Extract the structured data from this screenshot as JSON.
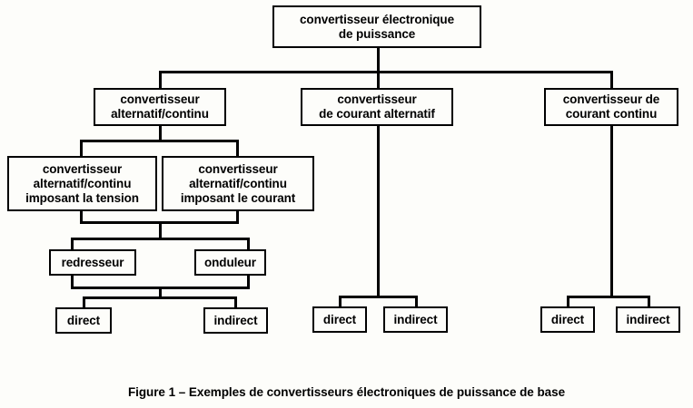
{
  "figure": {
    "caption": "Figure 1 – Exemples de convertisseurs électroniques de puissance de base",
    "colors": {
      "background": "#fdfdfa",
      "stroke": "#000000",
      "text": "#000000"
    }
  },
  "diagram": {
    "type": "tree",
    "root": {
      "id": "root",
      "label_line1": "convertisseur électronique",
      "label_line2": "de puissance"
    },
    "level2": [
      {
        "id": "ac-dc",
        "label_line1": "convertisseur",
        "label_line2": "alternatif/continu"
      },
      {
        "id": "ac-ac",
        "label_line1": "convertisseur",
        "label_line2": "de courant alternatif"
      },
      {
        "id": "dc-dc",
        "label_line1": "convertisseur de",
        "label_line2": "courant continu"
      }
    ],
    "level3": [
      {
        "id": "imposant-tension",
        "label_line1": "convertisseur",
        "label_line2": "alternatif/continu",
        "label_line3": "imposant la tension"
      },
      {
        "id": "imposant-courant",
        "label_line1": "convertisseur",
        "label_line2": "alternatif/continu",
        "label_line3": "imposant le courant"
      }
    ],
    "level4": [
      {
        "id": "redresseur",
        "label": "redresseur"
      },
      {
        "id": "onduleur",
        "label": "onduleur"
      }
    ],
    "leaves_left": [
      {
        "id": "left-direct",
        "label": "direct"
      },
      {
        "id": "left-indirect",
        "label": "indirect"
      }
    ],
    "leaves_middle": [
      {
        "id": "mid-direct",
        "label": "direct"
      },
      {
        "id": "mid-indirect",
        "label": "indirect"
      }
    ],
    "leaves_right": [
      {
        "id": "right-direct",
        "label": "direct"
      },
      {
        "id": "right-indirect",
        "label": "indirect"
      }
    ]
  }
}
